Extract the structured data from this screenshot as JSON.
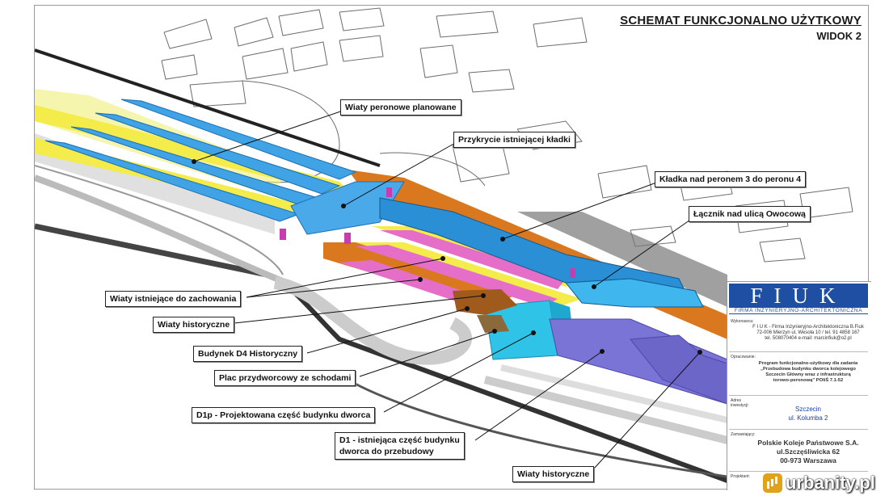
{
  "header": {
    "title": "SCHEMAT FUNKCJONALNO UŻYTKOWY",
    "subtitle": "WIDOK 2"
  },
  "labels": [
    {
      "id": "wiaty-planowane",
      "text": "Wiaty peronowe planowane"
    },
    {
      "id": "przykrycie-kladki",
      "text": "Przykrycie istniejącej kładki"
    },
    {
      "id": "kladka-peron",
      "text": "Kładka nad peronem 3 do peronu 4"
    },
    {
      "id": "lacznik-owocowa",
      "text": "Łącznik nad ulicą Owocową"
    },
    {
      "id": "wiaty-istniejace",
      "text": "Wiaty istniejące do zachowania"
    },
    {
      "id": "wiaty-historyczne-1",
      "text": "Wiaty historyczne"
    },
    {
      "id": "budynek-d4",
      "text": "Budynek D4 Historyczny"
    },
    {
      "id": "plac-przydworcowy",
      "text": "Plac przydworcowy ze schodami"
    },
    {
      "id": "d1p",
      "text": "D1p - Projektowana część budynku dworca"
    },
    {
      "id": "d1-line1",
      "text": "D1 - istniejąca część budynku"
    },
    {
      "id": "d1-line2",
      "text": "dworca do przebudowy"
    },
    {
      "id": "wiaty-historyczne-2",
      "text": "Wiaty historyczne"
    }
  ],
  "titleblock": {
    "logo": "FIUK",
    "logo_sub": "FIRMA INŻYNIERYJNO-ARCHITEKTONICZNA",
    "wykonawca_key": "Wykonawca:",
    "wykonawca_lines": [
      "F I U K - Firma Inżynieryjno-Architektoniczna B.Fiuk",
      "72-006 Mierzyn ul. Wesoła 10 / tel. 91 4858 167",
      "tel. 508070404 e-mail: marcinfiuk@o2.pl"
    ],
    "opracowanie_key": "Opracowanie:",
    "opracowanie_lines": [
      "Program funkcjonalno-użytkowy dla zadania",
      "„Przebudowa budynku dworca kolejowego",
      "Szczecin Główny wraz z infrastrukturą",
      "torowo-peronową\" POIiŚ 7.1-52"
    ],
    "adres_key": "Adres inwestycji:",
    "adres_lines": [
      "Szczecin",
      "ul. Kolumba 2"
    ],
    "zamawiajacy_key": "Zamawiający:",
    "zamawiajacy_lines": [
      "Polskie Koleje Państwowe S.A.",
      "ul.Szczęśliwicka 62",
      "00-973 Warszawa"
    ],
    "projektant_key": "Projektant:"
  },
  "watermark": {
    "text": "urbanity.pl",
    "icon": "bar-chart-icon"
  },
  "colors": {
    "canopy_blue": "#3fa3e6",
    "platform_yellow": "#f4ec4a",
    "platform_pink": "#e56ec8",
    "track_orange": "#d9781f",
    "building_purple": "#7a74d6",
    "new_building_cyan": "#2fc3e8",
    "logo_blue": "#1f4fa3"
  }
}
